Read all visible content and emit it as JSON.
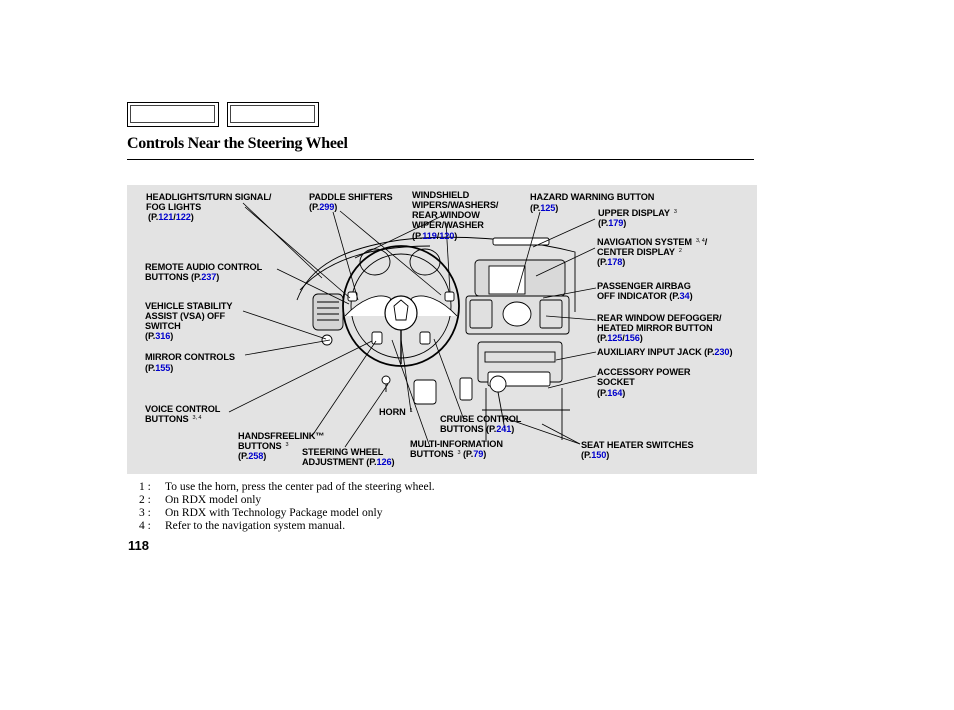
{
  "page": {
    "title": "Controls Near the Steering Wheel",
    "number": "118"
  },
  "labels": {
    "headlights": {
      "line1": "HEADLIGHTS/TURN SIGNAL/",
      "line2": "FOG LIGHTS",
      "ref_open": "(P.",
      "ref_a": "121",
      "ref_sep": "/",
      "ref_b": "122",
      "ref_close": ")"
    },
    "paddle": {
      "line1": "PADDLE SHIFTERS",
      "ref_open": "(P.",
      "ref_a": "299",
      "ref_close": ")"
    },
    "windshield": {
      "line1": "WINDSHIELD",
      "line2": "WIPERS/WASHERS/",
      "line3": "REAR WINDOW",
      "line4": "WIPER/WASHER",
      "ref_open": "(P.",
      "ref_a": "119",
      "ref_sep": "/",
      "ref_b": "120",
      "ref_close": ")"
    },
    "hazard": {
      "line1": "HAZARD WARNING BUTTON",
      "ref_open": "(P.",
      "ref_a": "125",
      "ref_close": ")"
    },
    "upper_display": {
      "line1": "UPPER DISPLAY",
      "sup": "3",
      "ref_open": "(P.",
      "ref_a": "179",
      "ref_close": ")"
    },
    "navigation": {
      "line1": "NAVIGATION SYSTEM",
      "sup1": "3, 4",
      "slash": "/",
      "line2": "CENTER DISPLAY",
      "sup2": "2",
      "ref_open": "(P.",
      "ref_a": "178",
      "ref_close": ")"
    },
    "remote_audio": {
      "line1": "REMOTE AUDIO CONTROL",
      "line2_prefix": "BUTTONS (P.",
      "ref_a": "237",
      "ref_close": ")"
    },
    "vsa": {
      "line1": "VEHICLE STABILITY",
      "line2": "ASSIST (VSA) OFF",
      "line3": "SWITCH",
      "ref_open": "(P.",
      "ref_a": "316",
      "ref_close": ")"
    },
    "airbag": {
      "line1": "PASSENGER AIRBAG",
      "line2_prefix": "OFF INDICATOR (P.",
      "ref_a": "34",
      "ref_close": ")"
    },
    "defogger": {
      "line1": "REAR WINDOW DEFOGGER/",
      "line2": "HEATED MIRROR BUTTON",
      "ref_open": "(P.",
      "ref_a": "125",
      "ref_sep": "/",
      "ref_b": "156",
      "ref_close": ")"
    },
    "mirror": {
      "line1": "MIRROR CONTROLS",
      "ref_open": "(P.",
      "ref_a": "155",
      "ref_close": ")"
    },
    "aux": {
      "line1": "AUXILIARY INPUT JACK (P.",
      "ref_a": "230",
      "ref_close": ")"
    },
    "accessory": {
      "line1": "ACCESSORY POWER",
      "line2": "SOCKET",
      "ref_open": "(P.",
      "ref_a": "164",
      "ref_close": ")"
    },
    "voice": {
      "line1": "VOICE CONTROL",
      "line2": "BUTTONS",
      "sup": "3, 4"
    },
    "horn": {
      "line1": "HORN",
      "sup": "1"
    },
    "cruise": {
      "line1": "CRUISE CONTROL",
      "line2_prefix": "BUTTONS (P.",
      "ref_a": "241",
      "ref_close": ")"
    },
    "handsfree": {
      "line1": "HANDSFREELINK™",
      "line2": "BUTTONS",
      "sup": "3",
      "ref_open": "(P.",
      "ref_a": "258",
      "ref_close": ")"
    },
    "steering_adj": {
      "line1": "STEERING WHEEL",
      "line2_prefix": "ADJUSTMENT (P.",
      "ref_a": "126",
      "ref_close": ")"
    },
    "multi_info": {
      "line1": "MULTI-INFORMATION",
      "line2": "BUTTONS",
      "sup": "3",
      "ref_open": "(P.",
      "ref_a": "79",
      "ref_close": ")"
    },
    "seat_heater": {
      "line1": "SEAT HEATER SWITCHES",
      "ref_open": "(P.",
      "ref_a": "150",
      "ref_close": ")"
    }
  },
  "notes": [
    {
      "num": "1 :",
      "text": "To use the horn, press the center pad of the steering wheel."
    },
    {
      "num": "2 :",
      "text": "On RDX model only"
    },
    {
      "num": "3 :",
      "text": "On RDX with Technology Package model only"
    },
    {
      "num": "4 :",
      "text": "Refer to the navigation system manual."
    }
  ]
}
